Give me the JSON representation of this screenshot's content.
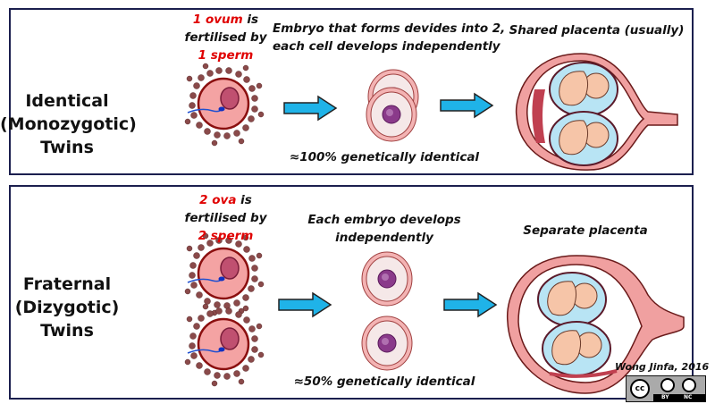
{
  "identical": {
    "label_line1": "Identical",
    "label_line2": "(Monozygotic)",
    "label_line3": "Twins",
    "fert_red1": "1 ovum",
    "fert_is": " is",
    "fert_mid": "fertilised by",
    "fert_red2": "1 sperm",
    "embryo_line1": "Embryo that forms devides into 2,",
    "embryo_line2": "each cell develops independently",
    "placenta": "Shared placenta (usually)",
    "genetic": "≈100% genetically identical"
  },
  "fraternal": {
    "label_line1": "Fraternal",
    "label_line2": "(Dizygotic)",
    "label_line3": "Twins",
    "fert_red1": "2 ova",
    "fert_is": " is",
    "fert_mid": "fertilised by",
    "fert_red2": "2 sperm",
    "embryo_line1": "Each embryo develops",
    "embryo_line2": "independently",
    "placenta": "Separate placenta",
    "genetic": "≈50% genetically identical"
  },
  "credit": "Wong Jinfa, 2016",
  "license": {
    "cc": "cc",
    "by": "BY",
    "nc": "NC"
  },
  "colors": {
    "border": "#1b1f4e",
    "arrow": "#1fb3e8",
    "highlight": "#e00000",
    "uterus": "#f0a0a0"
  }
}
